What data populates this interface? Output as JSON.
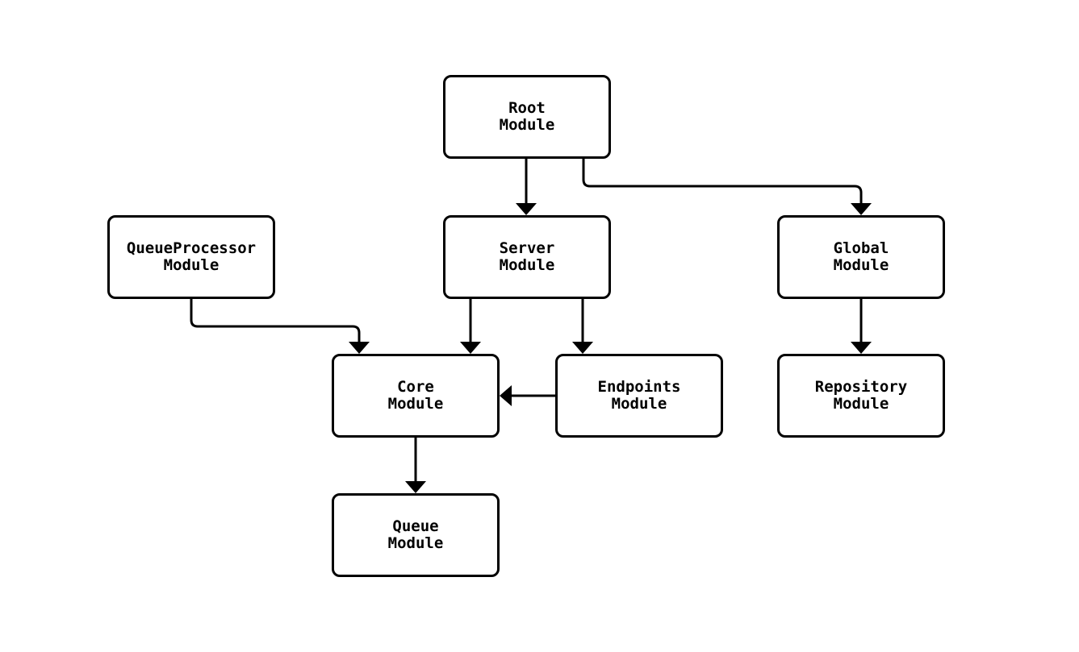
{
  "page": {
    "background_color": "#ffffff",
    "stroke_color": "#000000",
    "node_fill_color": "#ffffff",
    "text_color": "#000000"
  },
  "diagram": {
    "type": "flowchart",
    "direction": "top-down",
    "nodes": [
      {
        "id": "root",
        "line1": "Root",
        "line2": "Module"
      },
      {
        "id": "queueprocessor",
        "line1": "QueueProcessor",
        "line2": "Module"
      },
      {
        "id": "server",
        "line1": "Server",
        "line2": "Module"
      },
      {
        "id": "global",
        "line1": "Global",
        "line2": "Module"
      },
      {
        "id": "core",
        "line1": "Core",
        "line2": "Module"
      },
      {
        "id": "endpoints",
        "line1": "Endpoints",
        "line2": "Module"
      },
      {
        "id": "repository",
        "line1": "Repository",
        "line2": "Module"
      },
      {
        "id": "queue",
        "line1": "Queue",
        "line2": "Module"
      }
    ],
    "edges": [
      {
        "from": "root",
        "to": "server"
      },
      {
        "from": "root",
        "to": "global"
      },
      {
        "from": "queueprocessor",
        "to": "core"
      },
      {
        "from": "server",
        "to": "core"
      },
      {
        "from": "server",
        "to": "endpoints"
      },
      {
        "from": "endpoints",
        "to": "core"
      },
      {
        "from": "global",
        "to": "repository"
      },
      {
        "from": "core",
        "to": "queue"
      }
    ]
  }
}
